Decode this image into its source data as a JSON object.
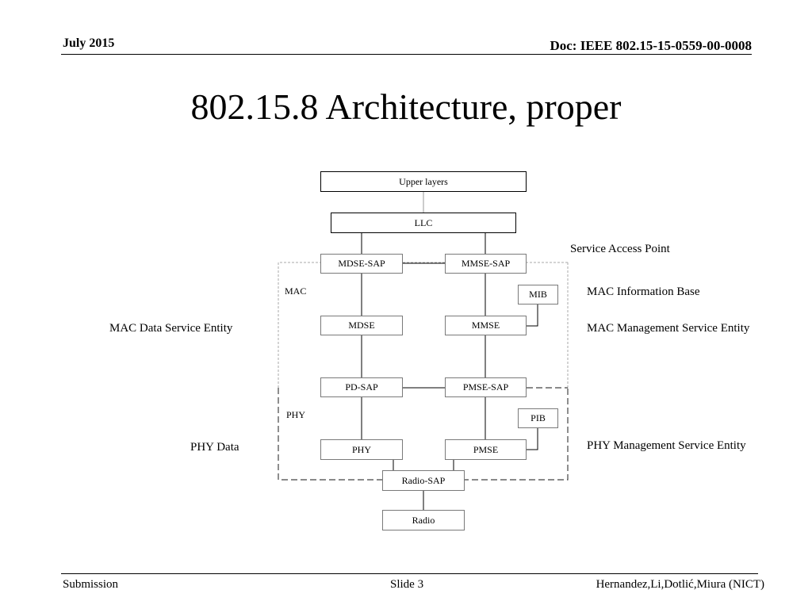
{
  "header": {
    "date": "July 2015",
    "doc": "Doc: IEEE 802.15-15-0559-00-0008"
  },
  "title": "802.15.8 Architecture, proper",
  "diagram": {
    "boxes": {
      "upper_layers": "Upper layers",
      "llc": "LLC",
      "mdse_sap": "MDSE-SAP",
      "mmse_sap": "MMSE-SAP",
      "mib": "MIB",
      "mdse": "MDSE",
      "mmse": "MMSE",
      "pd_sap": "PD-SAP",
      "pmse_sap": "PMSE-SAP",
      "pib": "PIB",
      "phy": "PHY",
      "pmse": "PMSE",
      "radio_sap": "Radio-SAP",
      "radio": "Radio"
    },
    "region_labels": {
      "mac": "MAC",
      "phy": "PHY"
    },
    "annotations": {
      "service_access_point": "Service Access Point",
      "mac_information_base": "MAC Information Base",
      "mac_data_service_entity": "MAC Data Service Entity",
      "mac_management_service_entity": "MAC Management Service Entity",
      "phy_data": "PHY Data",
      "phy_management_service_entity": "PHY Management Service Entity"
    }
  },
  "footer": {
    "left": "Submission",
    "center": "Slide 3",
    "right": "Hernandez,Li,Dotlić,Miura (NICT)"
  }
}
